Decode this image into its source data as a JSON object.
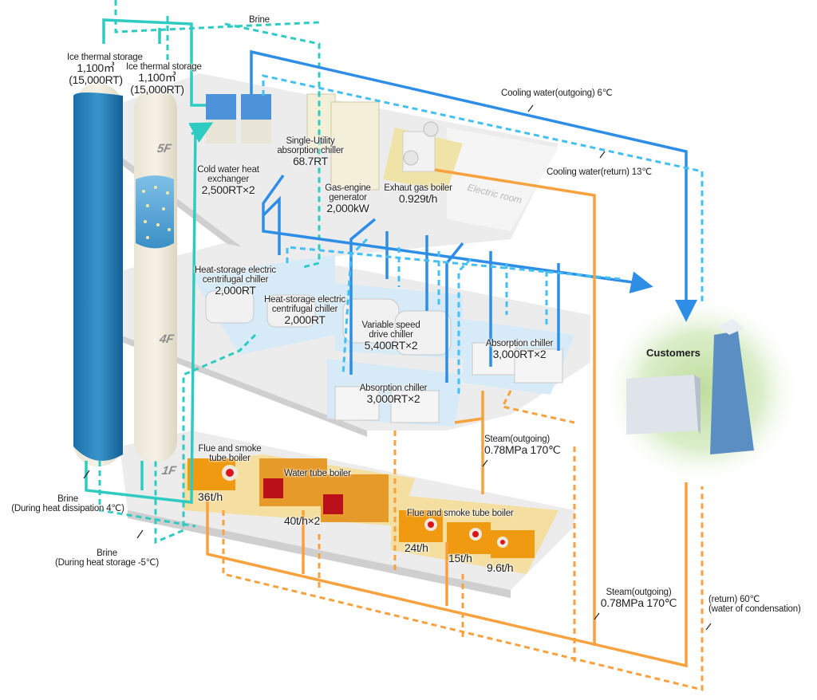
{
  "colors": {
    "brine": "#2ecbc3",
    "cooling_water": "#2e8ee6",
    "cooling_water_return": "#43bff2",
    "steam": "#f8a13f",
    "floor": "#e7e7e7",
    "equipment_base": "#d6ebf7",
    "boiler_base": "#f5dfa0",
    "customers_glow": "#cfe6b4"
  },
  "floors": [
    "5F",
    "4F",
    "1F"
  ],
  "equipment": {
    "ice_storage_1": {
      "name": "Ice thermal storage",
      "capacity": "1,100㎥",
      "rating": "(15,000RT)"
    },
    "ice_storage_2": {
      "name": "Ice thermal storage",
      "capacity": "1,100㎥",
      "rating": "(15,000RT)"
    },
    "cold_water_heat_exchanger": {
      "name": "Cold water heat exchanger",
      "capacity": "2,500RT×2"
    },
    "single_utility_absorption_chiller": {
      "name": "Single-Utility absorption chiller",
      "capacity": "68.7RT"
    },
    "gas_engine_generator": {
      "name": "Gas-engine generator",
      "capacity": "2,000kW"
    },
    "exhaust_gas_boiler": {
      "name": "Exhaut gas boiler",
      "capacity": "0.929t/h"
    },
    "electric_room": {
      "name": "Electric room"
    },
    "heat_storage_chiller_1": {
      "name": "Heat-storage electric centrifugal chiller",
      "capacity": "2,000RT"
    },
    "heat_storage_chiller_2": {
      "name": "Heat-storage electric centrifugal chiller",
      "capacity": "2,000RT"
    },
    "variable_speed_drive_chiller": {
      "name": "Variable speed drive chiller",
      "capacity": "5,400RT×2"
    },
    "absorption_chiller_1": {
      "name": "Absorption chiller",
      "capacity": "3,000RT×2"
    },
    "absorption_chiller_2": {
      "name": "Absorption chiller",
      "capacity": "3,000RT×2"
    },
    "flue_smoke_tube_boiler_1": {
      "name": "Flue and smoke tube boiler",
      "capacity": "36t/h"
    },
    "water_tube_boiler": {
      "name": "Water tube boiler",
      "capacity": "40t/h×2"
    },
    "flue_smoke_tube_boiler_group": {
      "name": "Flue and smoke tube boiler",
      "capacities": [
        "24t/h",
        "15t/h",
        "9.6t/h"
      ]
    }
  },
  "flows": {
    "brine_top": "Brine",
    "brine_dissipation": {
      "name": "Brine",
      "detail": "(During heat dissipation 4℃)"
    },
    "brine_storage": {
      "name": "Brine",
      "detail": "(During heat storage -5℃)"
    },
    "cooling_outgoing": "Cooling water(outgoing) 6℃",
    "cooling_return": "Cooling water(return)  13℃",
    "steam_outgoing_1": {
      "name": "Steam(outgoing)",
      "detail": "0.78MPa 170℃"
    },
    "steam_outgoing_2": {
      "name": "Steam(outgoing)",
      "detail": "0.78MPa 170℃"
    },
    "condensate_return": {
      "name": "(return) 60℃",
      "detail": "(water of condensation)"
    }
  },
  "customers": {
    "label": "Customers"
  }
}
